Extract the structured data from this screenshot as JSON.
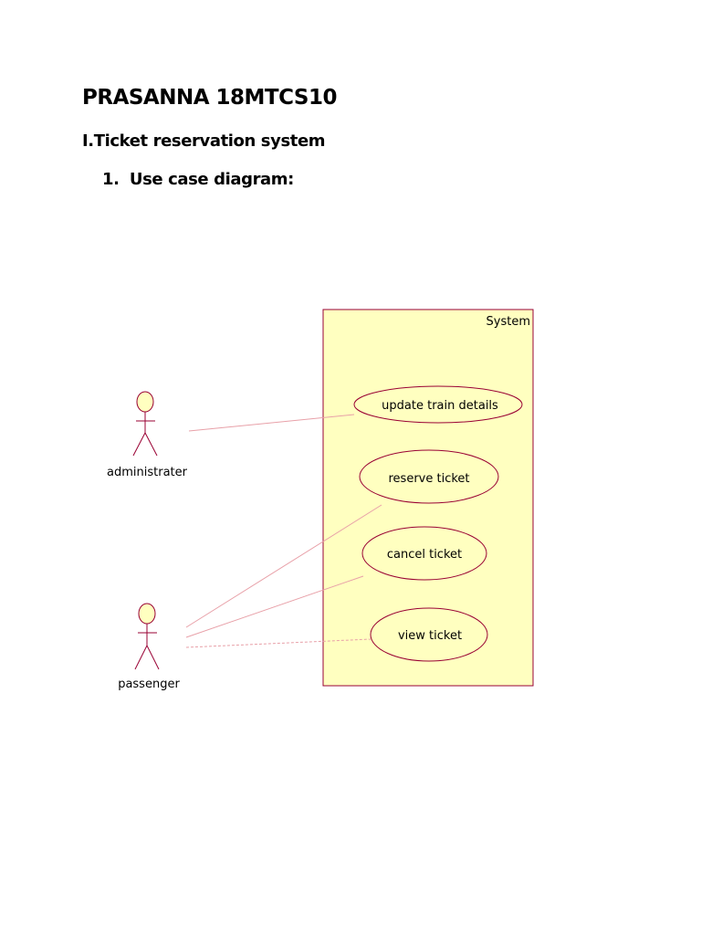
{
  "document": {
    "title": "PRASANNA 18MTCS10",
    "section_heading": "I.Ticket reservation system",
    "subheading_number": "1.",
    "subheading_text": "Use case diagram:"
  },
  "diagram": {
    "system_label": "System",
    "actors": {
      "administrator": "administrater",
      "passenger": "passenger"
    },
    "use_cases": {
      "update_train_details": "update train details",
      "reserve_ticket": "reserve ticket",
      "cancel_ticket": "cancel ticket",
      "view_ticket": "view ticket"
    },
    "colors": {
      "system_fill": "#ffffc0",
      "system_border": "#990033",
      "element_border": "#990033",
      "association_line": "#e8a0a8",
      "actor_head_fill": "#ffffc0"
    }
  }
}
